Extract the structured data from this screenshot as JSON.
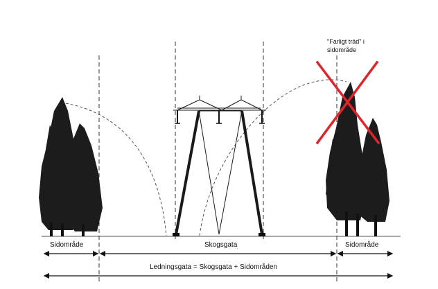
{
  "labels": {
    "dangerous_tree_line1": "\"Farligt träd\" i",
    "dangerous_tree_line2": "sidområde",
    "side_area_left": "Sidområde",
    "forest_corridor": "Skogsgata",
    "side_area_right": "Sidområde",
    "line_corridor": "Ledningsgata = Skogsgata + Sidområden"
  },
  "colors": {
    "cross": "#e0242a",
    "tree": "#1c1c1c"
  }
}
